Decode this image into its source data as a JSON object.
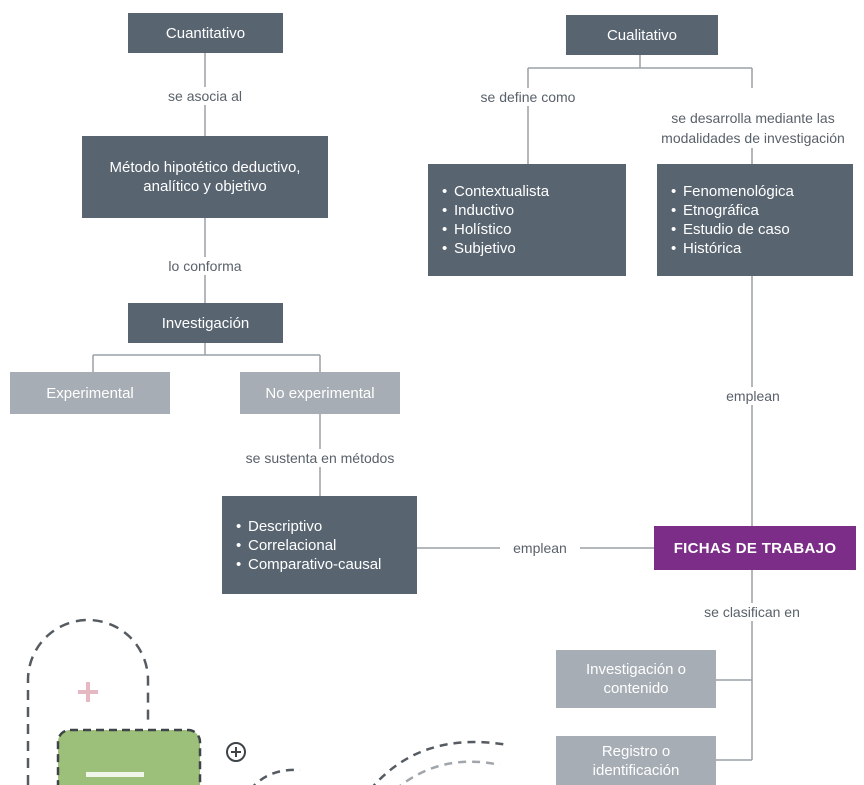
{
  "nodes": {
    "cuantitativo": "Cuantitativo",
    "cualitativo": "Cualitativo",
    "metodo": "Método hipotético deductivo,\nanalítico y objetivo",
    "investigacion": "Investigación",
    "experimental": "Experimental",
    "no_experimental": "No experimental",
    "fichas": "FICHAS DE TRABAJO",
    "investigacion_contenido": "Investigación o\ncontenido",
    "registro": "Registro o\nidentificación"
  },
  "lists": {
    "cualitativo_caracteristicas": [
      "Contextualista",
      "Inductivo",
      "Holístico",
      "Subjetivo"
    ],
    "modalidades": [
      "Fenomenológica",
      "Etnográfica",
      "Estudio de caso",
      "Histórica"
    ],
    "metodos_no_experimentales": [
      "Descriptivo",
      "Correlacional",
      "Comparativo-causal"
    ]
  },
  "labels": {
    "se_asocia_al": "se asocia al",
    "lo_conforma": "lo conforma",
    "se_define_como": "se define como",
    "se_desarrolla": "se desarrolla mediante las\nmodalidades de investigación",
    "emplean_right": "emplean",
    "se_sustenta": "se sustenta en métodos",
    "emplean_center": "emplean",
    "se_clasifican": "se clasifican en"
  },
  "colors": {
    "dark_box": "#586470",
    "light_box": "#a6adb4",
    "accent_box": "#7b2d87",
    "connector": "#9aa1a7",
    "decor_green": "#9cc07a"
  }
}
